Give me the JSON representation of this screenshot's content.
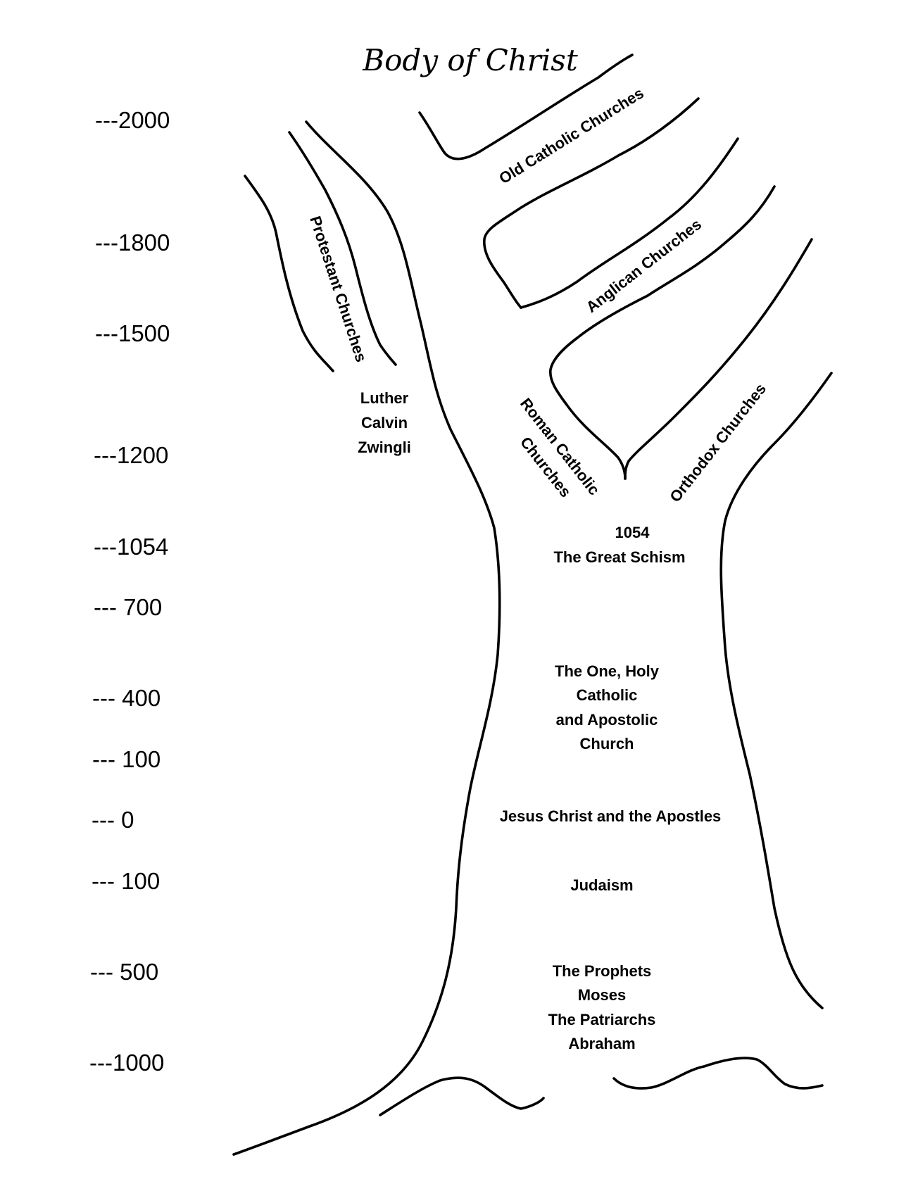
{
  "title": "Body of Christ",
  "timeline": [
    "---2000",
    "---1800",
    "---1500",
    "---1200",
    "---1054",
    "--- 700",
    "--- 400",
    "--- 100",
    "--- 0",
    "--- 100",
    "--- 500",
    "---1000"
  ],
  "branches": {
    "protestant": "Protestant Churches",
    "old_catholic": "Old Catholic Churches",
    "anglican": "Anglican Churches",
    "roman_catholic": [
      "Roman Catholic",
      "Churches"
    ],
    "orthodox": "Orthodox Churches"
  },
  "reformers": [
    "Luther",
    "Calvin",
    "Zwingli"
  ],
  "schism": [
    "1054",
    "The Great Schism"
  ],
  "one_church": [
    "The One, Holy",
    "Catholic",
    "and Apostolic",
    "Church"
  ],
  "jesus": "Jesus Christ and the Apostles",
  "judaism": "Judaism",
  "roots": [
    "The Prophets",
    "Moses",
    "The Patriarchs",
    "Abraham"
  ]
}
